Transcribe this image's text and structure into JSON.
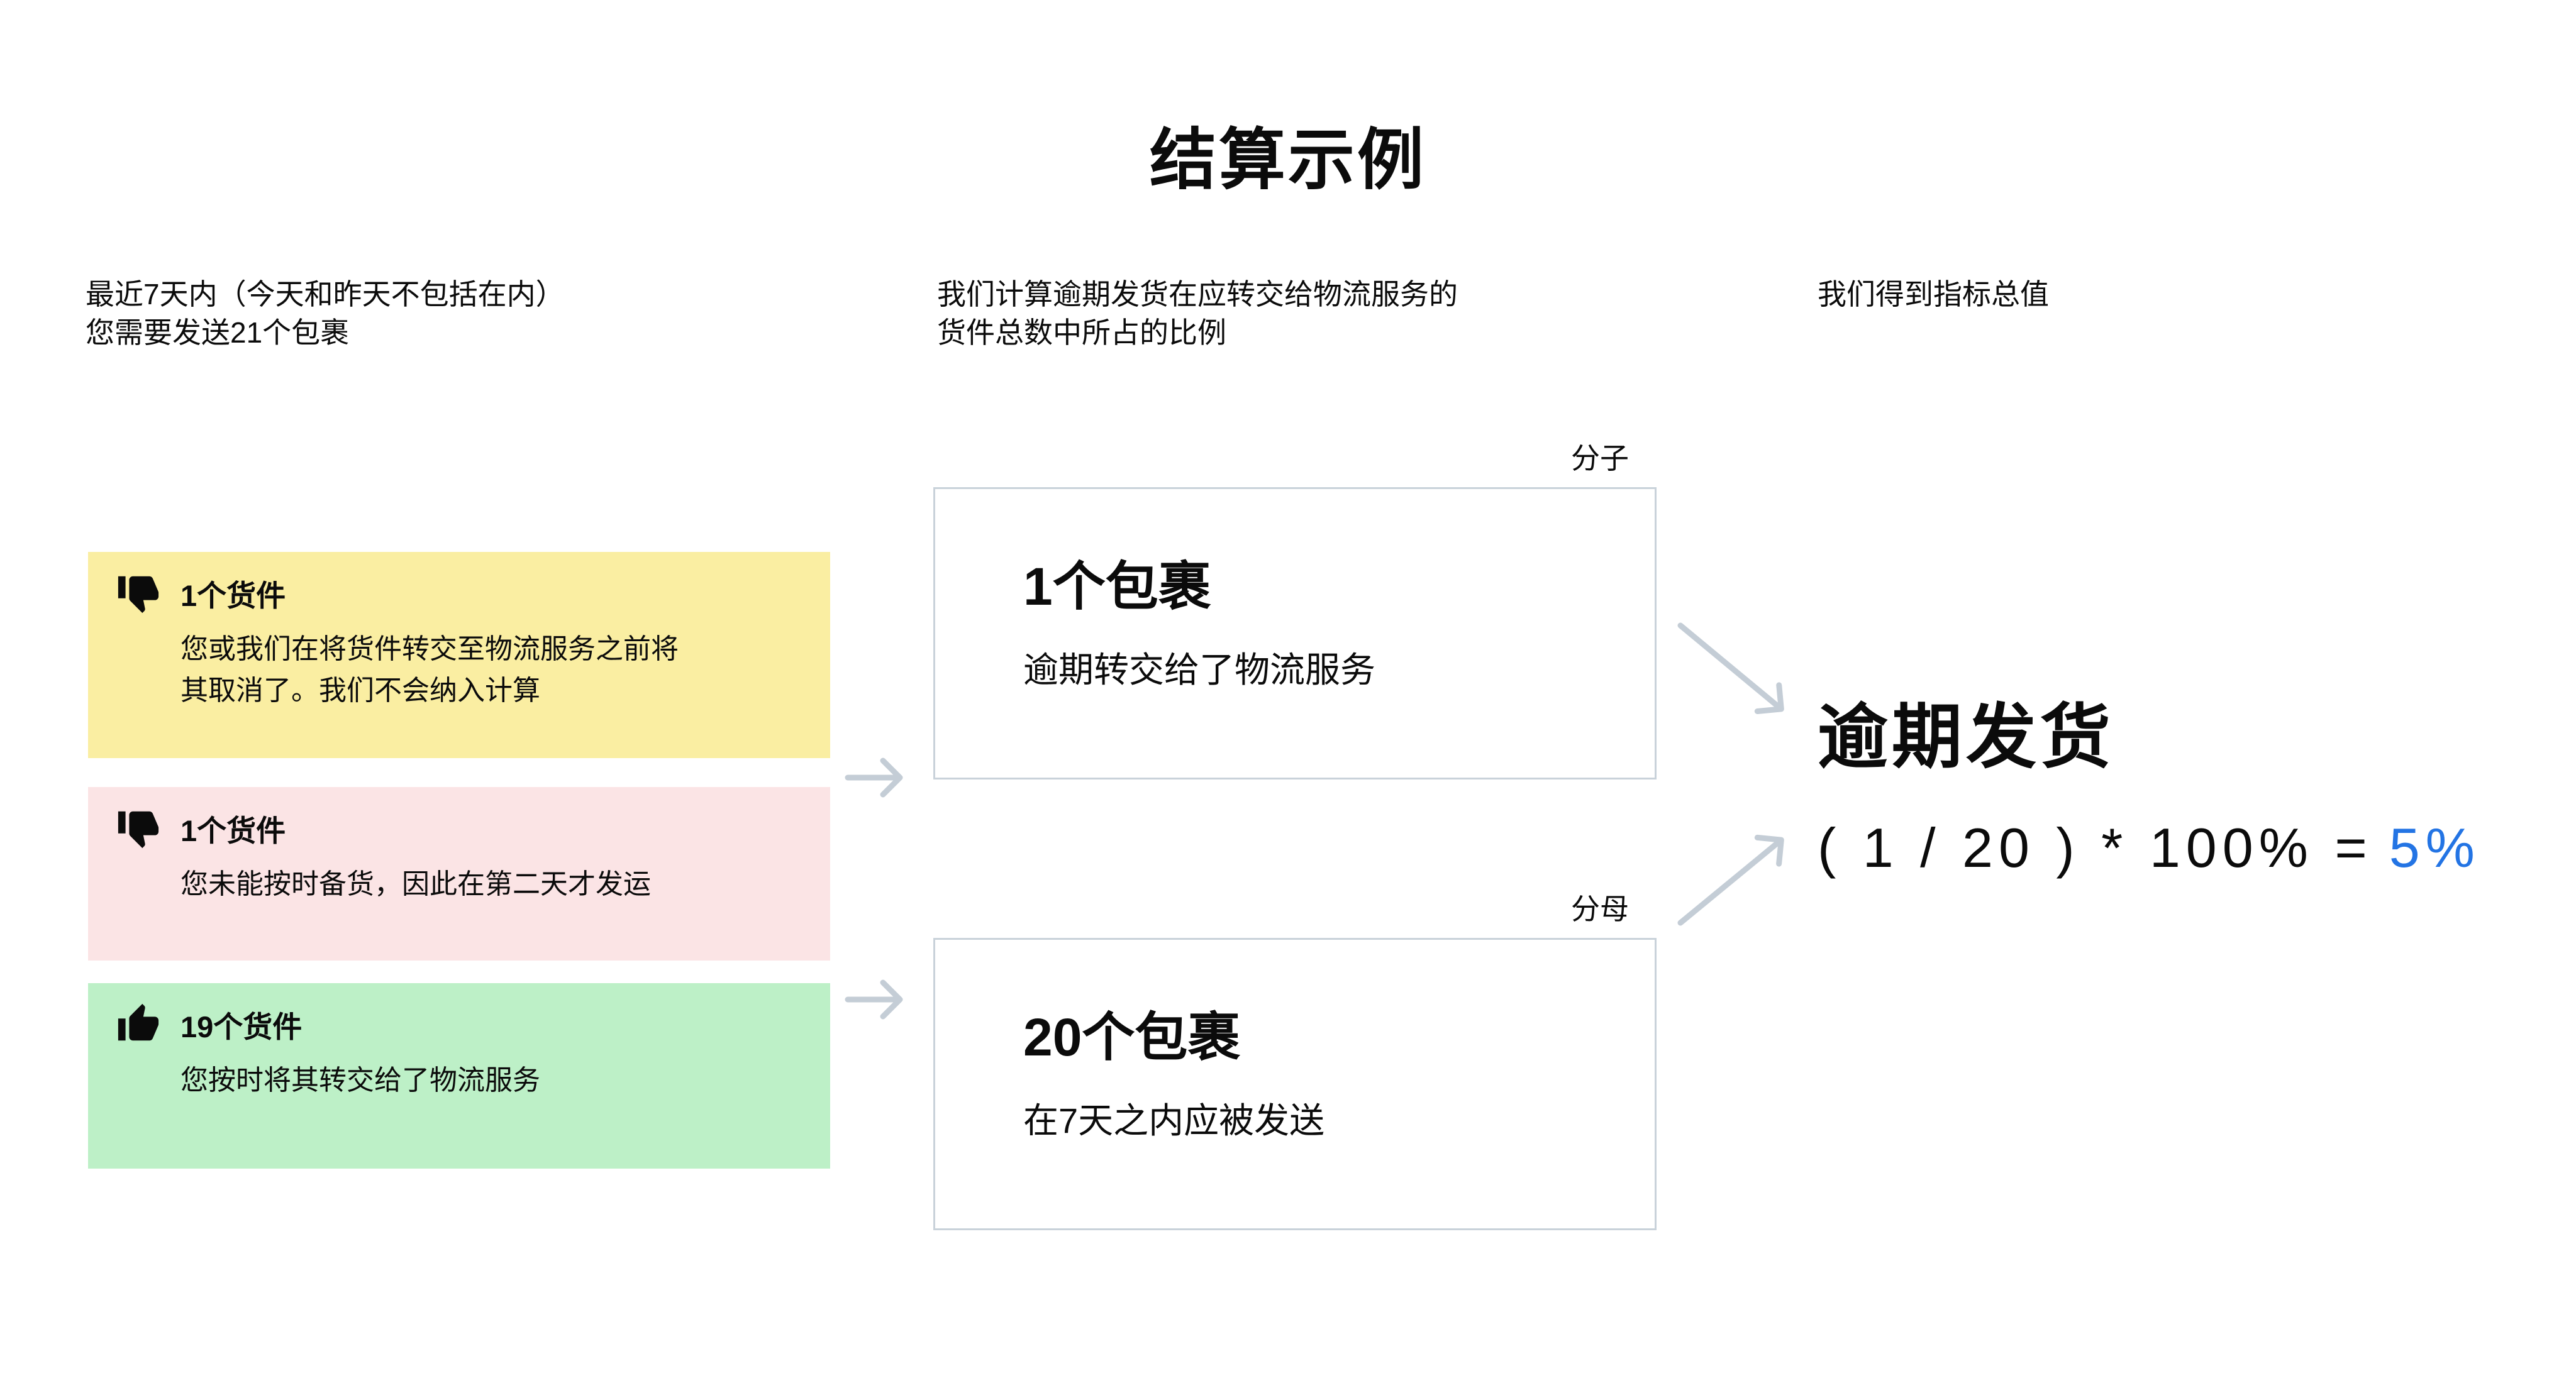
{
  "page": {
    "title": "结算示例"
  },
  "columns": {
    "left_header": "最近7天内（今天和昨天不包括在内）\n您需要发送21个包裹",
    "middle_header": "我们计算逾期发货在应转交给物流服务的\n货件总数中所占的比例",
    "right_header": "我们得到指标总值"
  },
  "shipment_cards": [
    {
      "icon": "thumbs-down-icon",
      "count_label": "1个货件",
      "description": "您或我们在将货件转交至物流服务之前将其取消了。我们不会纳入计算",
      "background": "#FAEEA2"
    },
    {
      "icon": "thumbs-down-icon",
      "count_label": "1个货件",
      "description": "您未能按时备货，因此在第二天才发运",
      "background": "#FBE4E5"
    },
    {
      "icon": "thumbs-up-icon",
      "count_label": "19个货件",
      "description": "您按时将其转交给了物流服务",
      "background": "#BDF0C7"
    }
  ],
  "fraction": {
    "numerator_tag": "分子",
    "numerator_title": "1个包裹",
    "numerator_description": "逾期转交给了物流服务",
    "denominator_tag": "分母",
    "denominator_title": "20个包裹",
    "denominator_description": "在7天之内应被发送"
  },
  "result": {
    "metric_title": "逾期发货",
    "formula": "( 1 / 20 ) * 100% =",
    "formula_result": "5%"
  },
  "colors": {
    "highlight_blue": "#2374E4",
    "card_yellow": "#FAEEA2",
    "card_pink": "#FBE4E5",
    "card_green": "#BDF0C7",
    "box_border_gray": "#C9D2DA",
    "arrow_gray": "#C4CDD6",
    "text_black": "#0B0B0B"
  }
}
